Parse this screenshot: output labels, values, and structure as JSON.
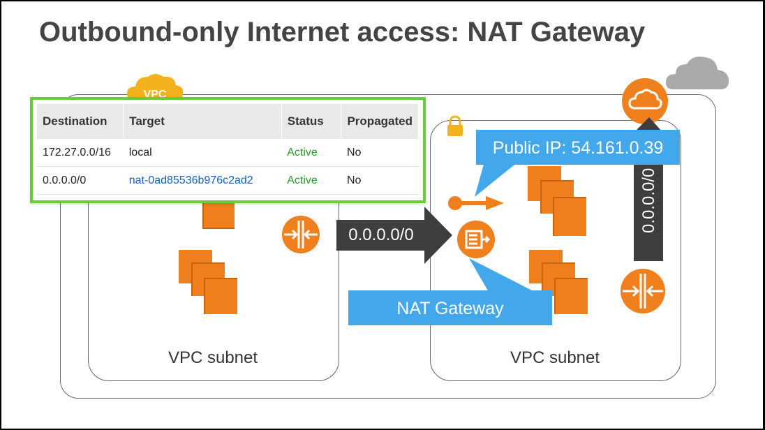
{
  "slide": {
    "title": "Outbound-only Internet access: NAT Gateway"
  },
  "diagram": {
    "vpc_badge": "VPC",
    "left_subnet_label": "VPC subnet",
    "right_subnet_label": "VPC subnet",
    "route_arrow_label": "0.0.0.0/0",
    "public_ip_label": "Public IP: 54.161.0.39",
    "nat_gateway_label": "NAT Gateway",
    "igw_route_label": "0.0.0.0/0"
  },
  "route_table": {
    "headers": {
      "destination": "Destination",
      "target": "Target",
      "status": "Status",
      "propagated": "Propagated"
    },
    "rows": [
      {
        "destination": "172.27.0.0/16",
        "target": "local",
        "status": "Active",
        "propagated": "No"
      },
      {
        "destination": "0.0.0.0/0",
        "target": "nat-0ad85536b976c2ad2",
        "status": "Active",
        "propagated": "No"
      }
    ]
  },
  "colors": {
    "aws_orange": "#f07f1d",
    "aws_orange_dark": "#c4640f",
    "callout_blue": "#43a7ec",
    "arrow_gray": "#3e3e3e",
    "highlight_green": "#6ccb3a",
    "status_green": "#2a9a2a",
    "link_blue": "#1a5fb4",
    "cloud_gray": "#a9a9a9"
  },
  "icons": [
    "gray-cloud-icon",
    "internet-gateway-cloud-icon",
    "vpc-cloud-icon",
    "padlock-icon",
    "ec2-instances-icon",
    "router-icon",
    "nat-gateway-icon",
    "elastic-ip-icon"
  ]
}
